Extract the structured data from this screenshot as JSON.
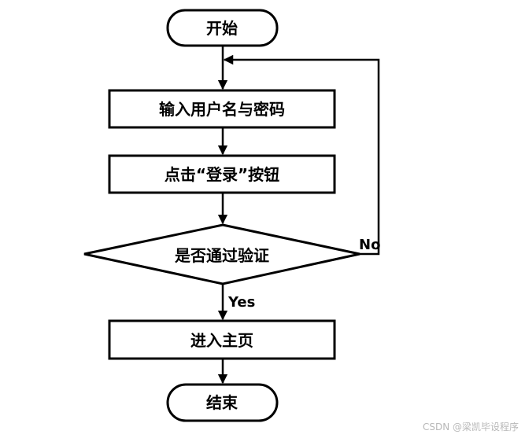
{
  "nodes": {
    "start": "开始",
    "input_credentials": "输入用户名与密码",
    "click_login": "点击“登录”按钮",
    "verify": "是否通过验证",
    "enter_home": "进入主页",
    "end": "结束"
  },
  "edges": {
    "yes": "Yes",
    "no": "No"
  },
  "watermark": "CSDN @梁凯毕设程序"
}
